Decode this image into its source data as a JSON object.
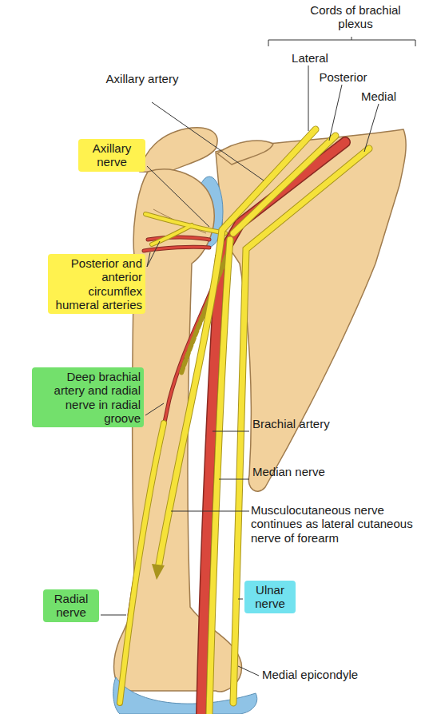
{
  "diagram": {
    "labels": [
      "Cords of brachial plexus",
      "Lateral",
      "Posterior",
      "Medial",
      "Axillary artery",
      "Axillary nerve",
      "Posterior and anterior circumflex humeral arteries",
      "Deep brachial artery and radial nerve in radial groove",
      "Brachial artery",
      "Median nerve",
      "Musculocutaneous nerve continues as lateral cutaneous nerve of forearm",
      "Radial nerve",
      "Ulnar nerve",
      "Medial epicondyle"
    ]
  }
}
